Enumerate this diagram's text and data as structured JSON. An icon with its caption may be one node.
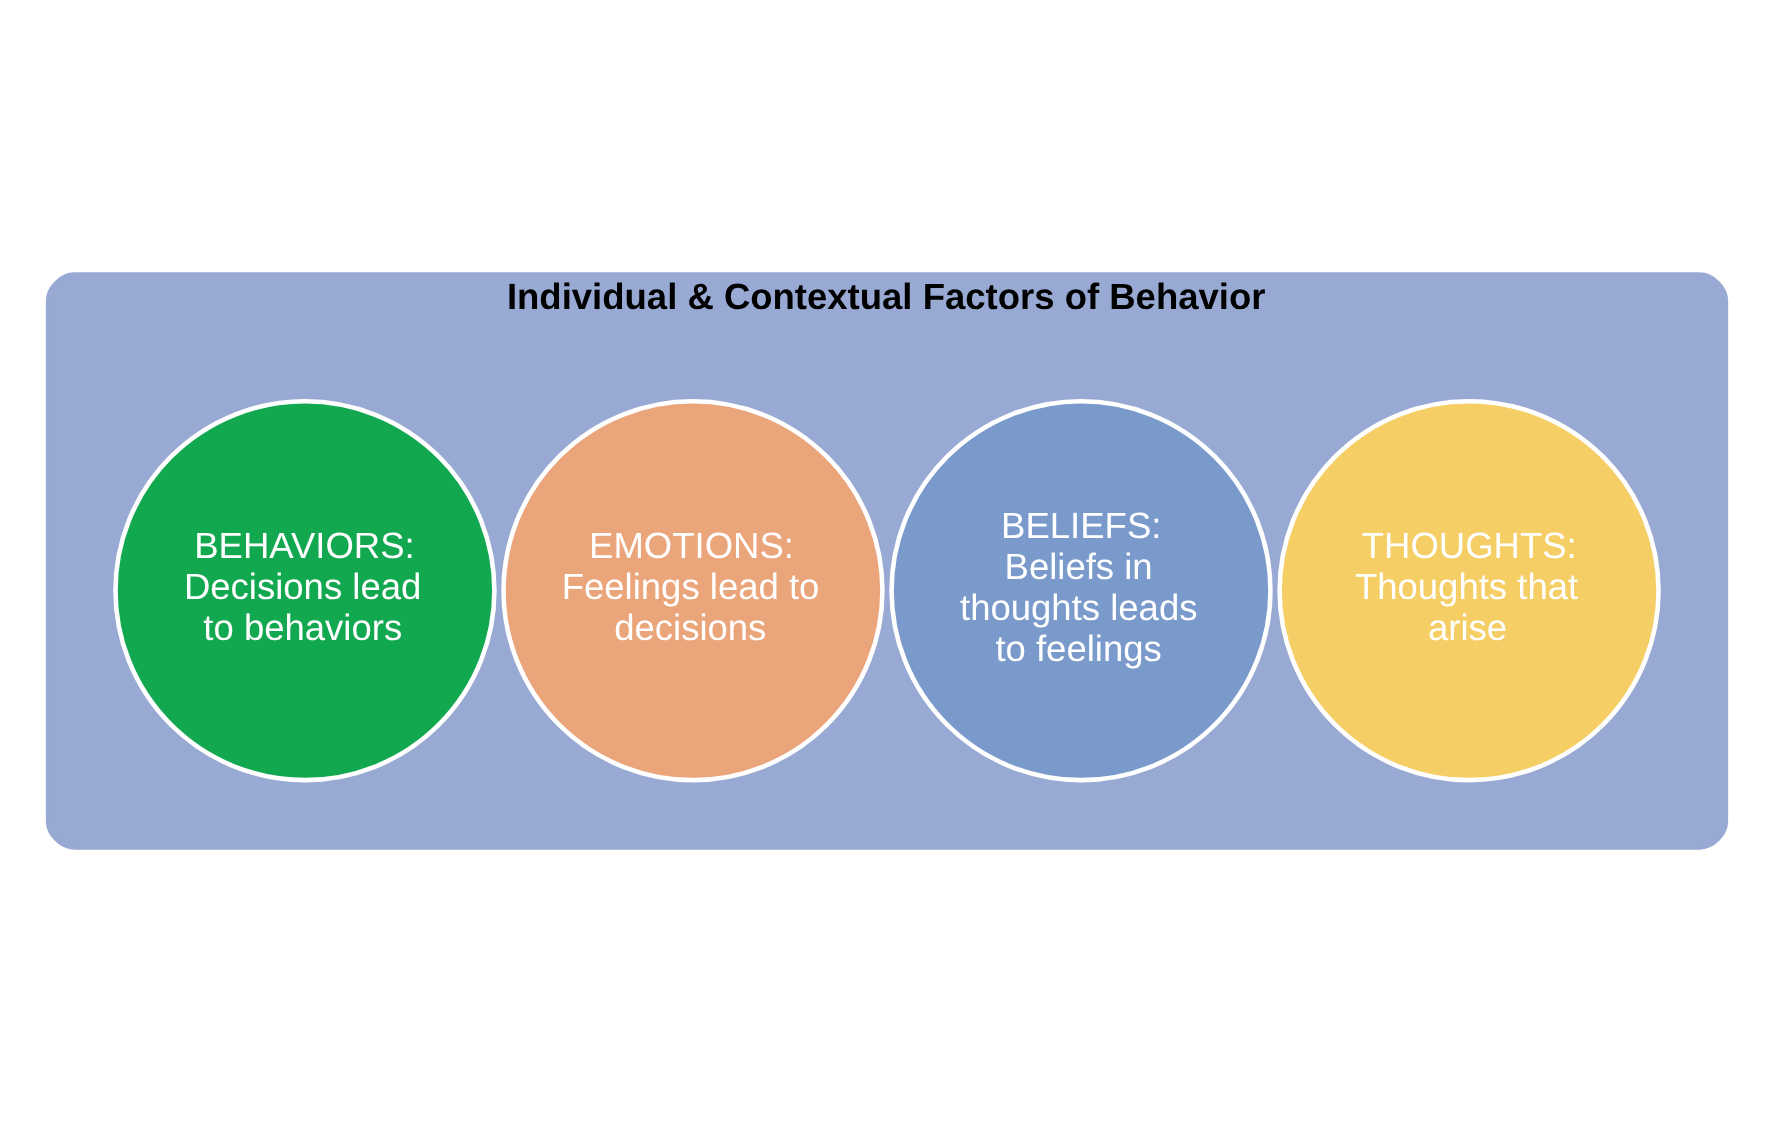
{
  "diagram": {
    "nodes": [
      {
        "text": [
          "Individual & Contextual Factors of Behavior"
        ]
      },
      {
        "text": [
          "THOUGHTS:",
          "Thoughts that arise"
        ],
        "in": 0
      },
      {
        "text": [
          "BELIEFS:",
          "Beliefs in thoughts leads to feelings"
        ],
        "in": 0
      },
      {
        "text": [
          "EMOTIONS:",
          "Feelings lead to decisions"
        ],
        "in": 0
      },
      {
        "text": [
          "BEHAVIORS:",
          "Decisions lead to behaviors"
        ],
        "in": 0
      }
    ],
    "edges": []
  }
}
